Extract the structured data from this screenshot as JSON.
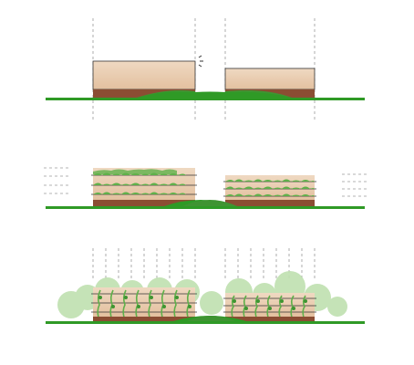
{
  "diagram": {
    "colors": {
      "ground": "#2f9a26",
      "ground_light": "#58b34a",
      "soil": "#8b4d33",
      "soil_dark": "#6e3a25",
      "building_top": "#efd9c2",
      "building_bottom": "#e3c09f",
      "outline": "#333333",
      "guide": "#9a9a9a",
      "plant": "#5fb04a",
      "plant_dark": "#3f9432",
      "tree": "#bfe0b0"
    },
    "stages": [
      {
        "name": "stage-1",
        "feature": "bare-modules"
      },
      {
        "name": "stage-2",
        "feature": "planted-layers"
      },
      {
        "name": "stage-3",
        "feature": "vegetated-facade"
      }
    ]
  }
}
